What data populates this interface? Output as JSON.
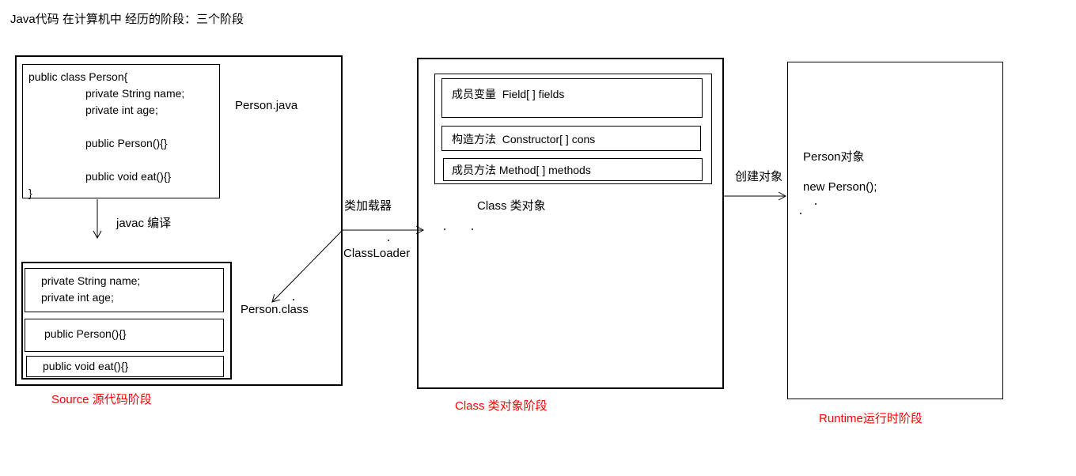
{
  "title": "Java代码 在计算机中 经历的阶段：三个阶段",
  "source_stage": {
    "file_label": "Person.java",
    "code_lines": [
      "public class Person{",
      "private String name;",
      "private int age;",
      "public Person(){}",
      "public void eat(){}",
      "}"
    ],
    "compile_label": "javac 编译",
    "class_file_label": "Person.class",
    "bytecode_boxes": {
      "fields_line1": "private String name;",
      "fields_line2": "private int age;",
      "constructor": "public Person(){}",
      "method": "public void eat(){}"
    },
    "stage_label": "Source 源代码阶段"
  },
  "class_loader": {
    "label_cn": "类加载器",
    "label_en": "ClassLoader"
  },
  "class_stage": {
    "member_rows": [
      "成员变量  Field[ ] fields",
      "构造方法  Constructor[ ] cons",
      "成员方法 Method[ ] methods"
    ],
    "object_label": "Class 类对象",
    "stage_label": "Class 类对象阶段"
  },
  "runtime_stage": {
    "create_label": "创建对象",
    "object_label": "Person对象",
    "statement": "new Person();",
    "stage_label": "Runtime运行时阶段"
  },
  "colors": {
    "line": "#000000",
    "stage_label": "#ff0000"
  }
}
